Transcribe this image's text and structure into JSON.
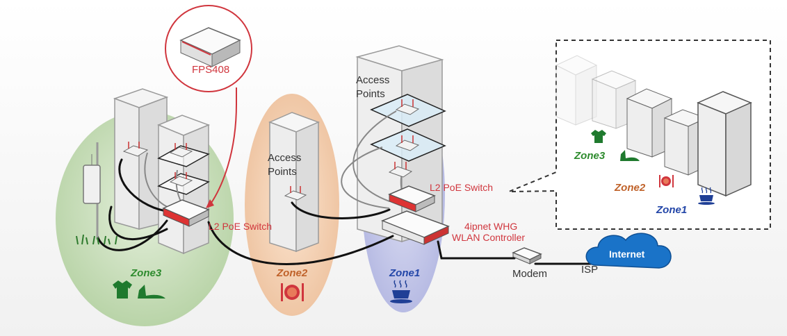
{
  "labels": {
    "fps408": "FPS408",
    "access_points_left": "Access\nPoints",
    "access_points_right": "Access\nPoints",
    "l2_switch_left": "L2 PoE Switch",
    "l2_switch_right": "L2 PoE Switch",
    "controller_line1": "4ipnet WHG",
    "controller_line2": "WLAN Controller",
    "modem": "Modem",
    "isp": "ISP",
    "internet": "Internet"
  },
  "zones": {
    "zone3": "Zone3",
    "zone2": "Zone2",
    "zone1": "Zone1"
  },
  "callout_zones": {
    "zone3": "Zone3",
    "zone2": "Zone2",
    "zone1": "Zone1"
  },
  "colors": {
    "zone3": "#2e8b2e",
    "zone2": "#c0622a",
    "zone1": "#2346a8",
    "accent_red": "#d0353d",
    "internet_blue": "#1a73c8"
  },
  "icons": {
    "zone3": [
      "tshirt-icon",
      "shoe-icon"
    ],
    "zone2": [
      "plate-icon"
    ],
    "zone1": [
      "coffee-cup-icon"
    ]
  }
}
